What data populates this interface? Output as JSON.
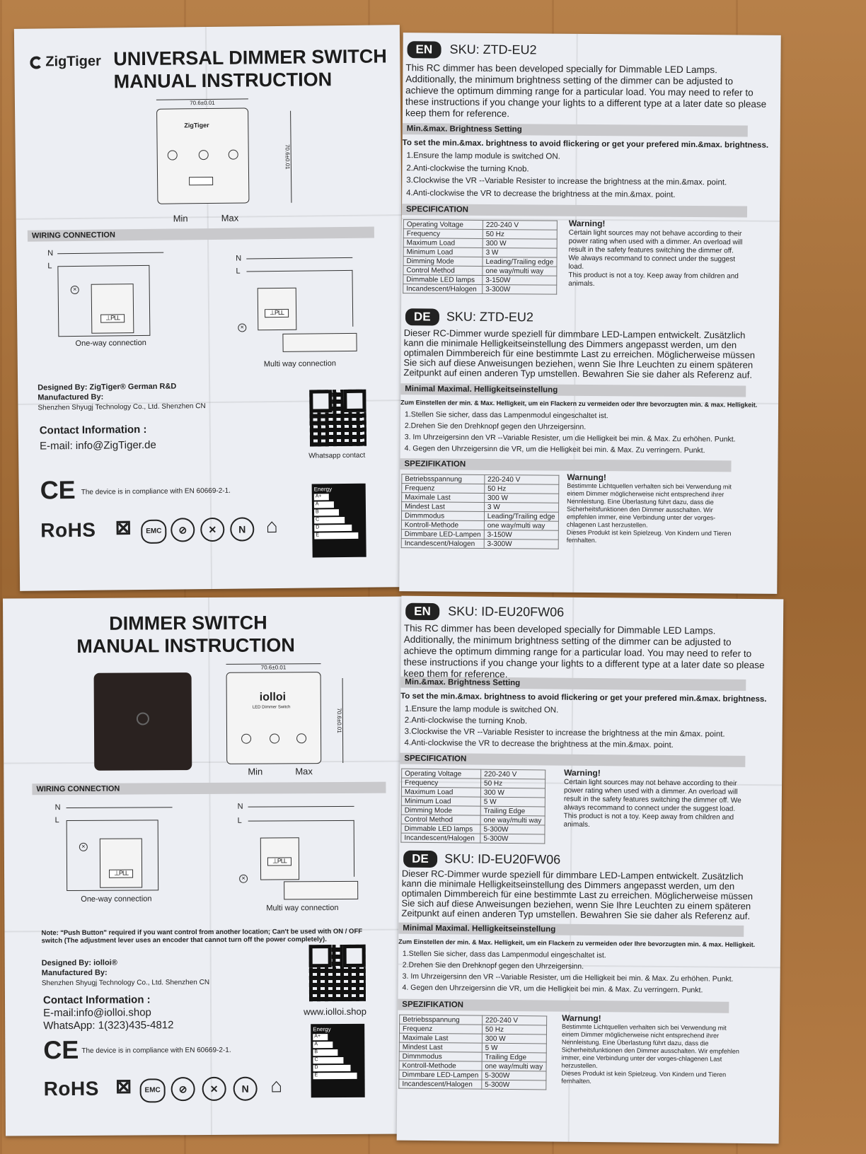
{
  "top_left": {
    "brand": "ZigTiger",
    "title_line1": "UNIVERSAL DIMMER SWITCH",
    "title_line2": "MANUAL INSTRUCTION",
    "width_dim": "70.6±0.01",
    "height_dim": "70.6±0.01",
    "device_brand": "ZigTiger",
    "min_label": "Min",
    "max_label": "Max",
    "wiring_header": "WIRING CONNECTION",
    "n_label": "N",
    "l_label": "L",
    "terminal": "⊥PLL",
    "one_way": "One-way connection",
    "multi_way": "Multi way connection",
    "designed_by": "Designed By: ZigTiger® German R&D",
    "manufactured_by": "Manufactured By:",
    "manufacturer": "Shenzhen Shyugj Technology Co., Ltd. Shenzhen CN",
    "contact_title": "Contact Information :",
    "email": "E-mail: info@ZigTiger.de",
    "qr_caption": "Whatsapp contact",
    "ce": "CE",
    "compliance": "The device is in compliance with EN 60669-2-1.",
    "energy_title": "Energy",
    "energy_rating": "A+",
    "energy_classes": [
      "A+",
      "A",
      "B",
      "C",
      "D",
      "E"
    ],
    "rohs": "RoHS",
    "emc": "EMC",
    "n_icon": "N"
  },
  "bottom_left": {
    "title_line1": "DIMMER SWITCH",
    "title_line2": "MANUAL INSTRUCTION",
    "width_dim": "70.6±0.01",
    "height_dim": "70.6±0.01",
    "device_brand": "iolloi",
    "device_sub": "LED Dimmer Switch",
    "min_label": "Min",
    "max_label": "Max",
    "wiring_header": "WIRING CONNECTION",
    "n_label": "N",
    "l_label": "L",
    "terminal": "⊥PLL",
    "one_way": "One-way connection",
    "multi_way": "Multi way connection",
    "note": "Note: \"Push Button\" required if you want control from another location; Can't be used with ON / OFF switch (The adjustment lever uses an encoder that cannot turn off the power completely).",
    "designed_by": "Designed By: iolloi®",
    "manufactured_by": "Manufactured By:",
    "manufacturer": "Shenzhen Shyugj Technology Co., Ltd. Shenzhen CN",
    "contact_title": "Contact Information :",
    "email": "E-mail:info@iolloi.shop",
    "whatsapp": "WhatsApp: 1(323)435-4812",
    "website": "www.iolloi.shop",
    "ce": "CE",
    "compliance": "The device is in compliance with EN 60669-2-1.",
    "energy_title": "Energy",
    "energy_rating": "A+",
    "energy_classes": [
      "A+",
      "A",
      "B",
      "C",
      "D",
      "E"
    ],
    "rohs": "RoHS",
    "emc": "EMC",
    "n_icon": "N"
  },
  "top_right": {
    "en_tag": "EN",
    "en_sku": "SKU: ZTD-EU2",
    "en_intro": "This RC dimmer has been developed specially for Dimmable LED Lamps. Additionally, the minimum brightness setting of the dimmer can be adjusted to achieve the optimum dimming range for a particular load. You may need to refer to these instructions if you change your lights to a different type at a later date so please keep them for reference.",
    "en_setting_header": "Min.&max. Brightness Setting",
    "en_setting_lead": "To set the min.&max. brightness to avoid flickering or get your prefered min.&max. brightness.",
    "en_steps": [
      "1.Ensure the lamp module is switched ON.",
      "2.Anti-clockwise the turning Knob.",
      "3.Clockwise the VR --Variable Resister to increase the brightness at the min.&max. point.",
      "4.Anti-clockwise the VR to decrease the brightness at the min.&max. point."
    ],
    "en_spec_header": "SPECIFICATION",
    "en_spec": [
      [
        "Operating Voltage",
        "220-240 V"
      ],
      [
        "Frequency",
        "50 Hz"
      ],
      [
        "Maximum Load",
        "300 W"
      ],
      [
        "Minimum Load",
        "3 W"
      ],
      [
        "Dimming Mode",
        "Leading/Trailing edge"
      ],
      [
        "Control Method",
        "one way/multi way"
      ],
      [
        "Dimmable LED lamps",
        "3-150W"
      ],
      [
        "Incandescent/Halogen",
        "3-300W"
      ]
    ],
    "en_warning_title": "Warning!",
    "en_warning": "Certain light sources may not behave according to their power rating when used with a dimmer. An overload will result in the safety features switching the dimmer off. We always recommand to connect under the suggest load.",
    "en_warning2": "This product is not a toy. Keep away from children and animals.",
    "de_tag": "DE",
    "de_sku": "SKU: ZTD-EU2",
    "de_intro": "Dieser RC-Dimmer wurde speziell für dimmbare LED-Lampen entwickelt. Zusätzlich kann die minimale Helligkeitseinstellung des Dimmers angepasst werden, um den optimalen Dimmbereich für eine bestimmte Last zu erreichen. Möglicherweise müssen Sie sich auf diese Anweisungen beziehen, wenn Sie Ihre Leuchten zu einem späteren Zeitpunkt auf einen anderen Typ umstellen. Bewahren Sie sie daher als Referenz auf.",
    "de_setting_header": "Minimal Maximal. Helligkeitseinstellung",
    "de_setting_lead": "Zum Einstellen der min. & Max. Helligkeit, um ein Flackern zu vermeiden oder Ihre bevorzugten min. & max. Helligkeit.",
    "de_steps": [
      "1.Stellen Sie sicher, dass das Lampenmodul eingeschaltet ist.",
      "2.Drehen Sie den Drehknopf gegen den Uhrzeigersinn.",
      "3. Im Uhrzeigersinn den VR --Variable Resister, um die Helligkeit bei min. & Max. Zu erhöhen. Punkt.",
      "4. Gegen den Uhrzeigersinn die VR, um die Helligkeit bei min. & Max. Zu verringern. Punkt."
    ],
    "de_spec_header": "SPEZIFIKATION",
    "de_spec": [
      [
        "Betriebsspannung",
        "220-240 V"
      ],
      [
        "Frequenz",
        "50 Hz"
      ],
      [
        "Maximale Last",
        "300 W"
      ],
      [
        "Mindest Last",
        "3 W"
      ],
      [
        "Dimmmodus",
        "Leading/Trailing edge"
      ],
      [
        "Kontroll-Methode",
        "one way/multi way"
      ],
      [
        "Dimmbare LED-Lampen",
        "3-150W"
      ],
      [
        "Incandescent/Halogen",
        "3-300W"
      ]
    ],
    "de_warning_title": "Warnung!",
    "de_warning": "Bestimmte Lichtquellen verhalten sich bei Verwendung mit einem Dimmer möglicherweise nicht entsprechend ihrer Nennleistung. Eine Überlastung führt dazu, dass die Sicherheitsfunktionen den Dimmer ausschalten. Wir empfehlen immer, eine Verbindung unter der vorges-chlagenen Last herzustellen.",
    "de_warning2": "Dieses Produkt ist kein Spielzeug. Von Kindern und Tieren fernhalten."
  },
  "bottom_right": {
    "en_tag": "EN",
    "en_sku": "SKU: ID-EU20FW06",
    "en_intro": "This RC dimmer has been developed specially for Dimmable LED Lamps. Additionally, the minimum brightness setting of the dimmer can be adjusted to achieve the optimum dimming range for a particular load. You may need to refer to these instructions if you change your lights to a different type at a later date so please keep them for reference.",
    "en_setting_header": "Min.&max. Brightness Setting",
    "en_setting_lead": "To set the min.&max. brightness to avoid flickering or get your prefered min.&max. brightness.",
    "en_steps": [
      "1.Ensure the lamp module is switched ON.",
      "2.Anti-clockwise the turning Knob.",
      "3.Clockwise the VR --Variable Resister to increase the brightness at the min &max. point.",
      "4.Anti-clockwise the VR to decrease the brightness at the min.&max. point."
    ],
    "en_spec_header": "SPECIFICATION",
    "en_spec": [
      [
        "Operating Voltage",
        "220-240 V"
      ],
      [
        "Frequency",
        "50 Hz"
      ],
      [
        "Maximum Load",
        "300 W"
      ],
      [
        "Minimum Load",
        "5 W"
      ],
      [
        "Dimming Mode",
        "Trailing Edge"
      ],
      [
        "Control Method",
        "one way/multi way"
      ],
      [
        "Dimmable LED lamps",
        "5-300W"
      ],
      [
        "Incandescent/Halogen",
        "5-300W"
      ]
    ],
    "en_warning_title": "Warning!",
    "en_warning": "Certain light sources may not behave according to their power rating when used with a dimmer. An overload will result in the safety features switching the dimmer off. We always recommand to connect under the suggest load.",
    "en_warning2": "This product is not a toy. Keep away from children and animals.",
    "de_tag": "DE",
    "de_sku": "SKU: ID-EU20FW06",
    "de_intro": "Dieser RC-Dimmer wurde speziell für dimmbare LED-Lampen entwickelt. Zusätzlich kann die minimale Helligkeitseinstellung des Dimmers angepasst werden, um den optimalen Dimmbereich für eine bestimmte Last zu erreichen. Möglicherweise müssen Sie sich auf diese Anweisungen beziehen, wenn Sie Ihre Leuchten zu einem späteren Zeitpunkt auf einen anderen Typ umstellen. Bewahren Sie sie daher als Referenz auf.",
    "de_setting_header": "Minimal Maximal. Helligkeitseinstellung",
    "de_setting_lead": "Zum Einstellen der min. & Max. Helligkeit, um ein Flackern zu vermeiden oder Ihre bevorzugten min. & max. Helligkeit.",
    "de_steps": [
      "1.Stellen Sie sicher, dass das Lampenmodul eingeschaltet ist.",
      "2.Drehen Sie den Drehknopf gegen den Uhrzeigersinn.",
      "3. Im Uhrzeigersinn den VR --Variable Resister, um die Helligkeit bei min. & Max. Zu erhöhen. Punkt.",
      "4. Gegen den Uhrzeigersinn die VR, um die Helligkeit bei min. & Max. Zu verringern. Punkt."
    ],
    "de_spec_header": "SPEZIFIKATION",
    "de_spec": [
      [
        "Betriebsspannung",
        "220-240 V"
      ],
      [
        "Frequenz",
        "50 Hz"
      ],
      [
        "Maximale Last",
        "300 W"
      ],
      [
        "Mindest Last",
        "5 W"
      ],
      [
        "Dimmmodus",
        "Trailing Edge"
      ],
      [
        "Kontroll-Methode",
        "one way/multi way"
      ],
      [
        "Dimmbare LED-Lampen",
        "5-300W"
      ],
      [
        "Incandescent/Halogen",
        "5-300W"
      ]
    ],
    "de_warning_title": "Warnung!",
    "de_warning": "Bestimmte Lichtquellen verhalten sich bei Verwendung mit einem Dimmer möglicherweise nicht entsprechend ihrer Nennleistung. Eine Überlastung führt dazu, dass die Sicherheitsfunktionen den Dimmer ausschalten. Wir empfehlen immer, eine Verbindung unter der vorges-chlagenen Last herzustellen.",
    "de_warning2": "Dieses Produkt ist kein Spielzeug. Von Kindern und Tieren fernhalten."
  }
}
